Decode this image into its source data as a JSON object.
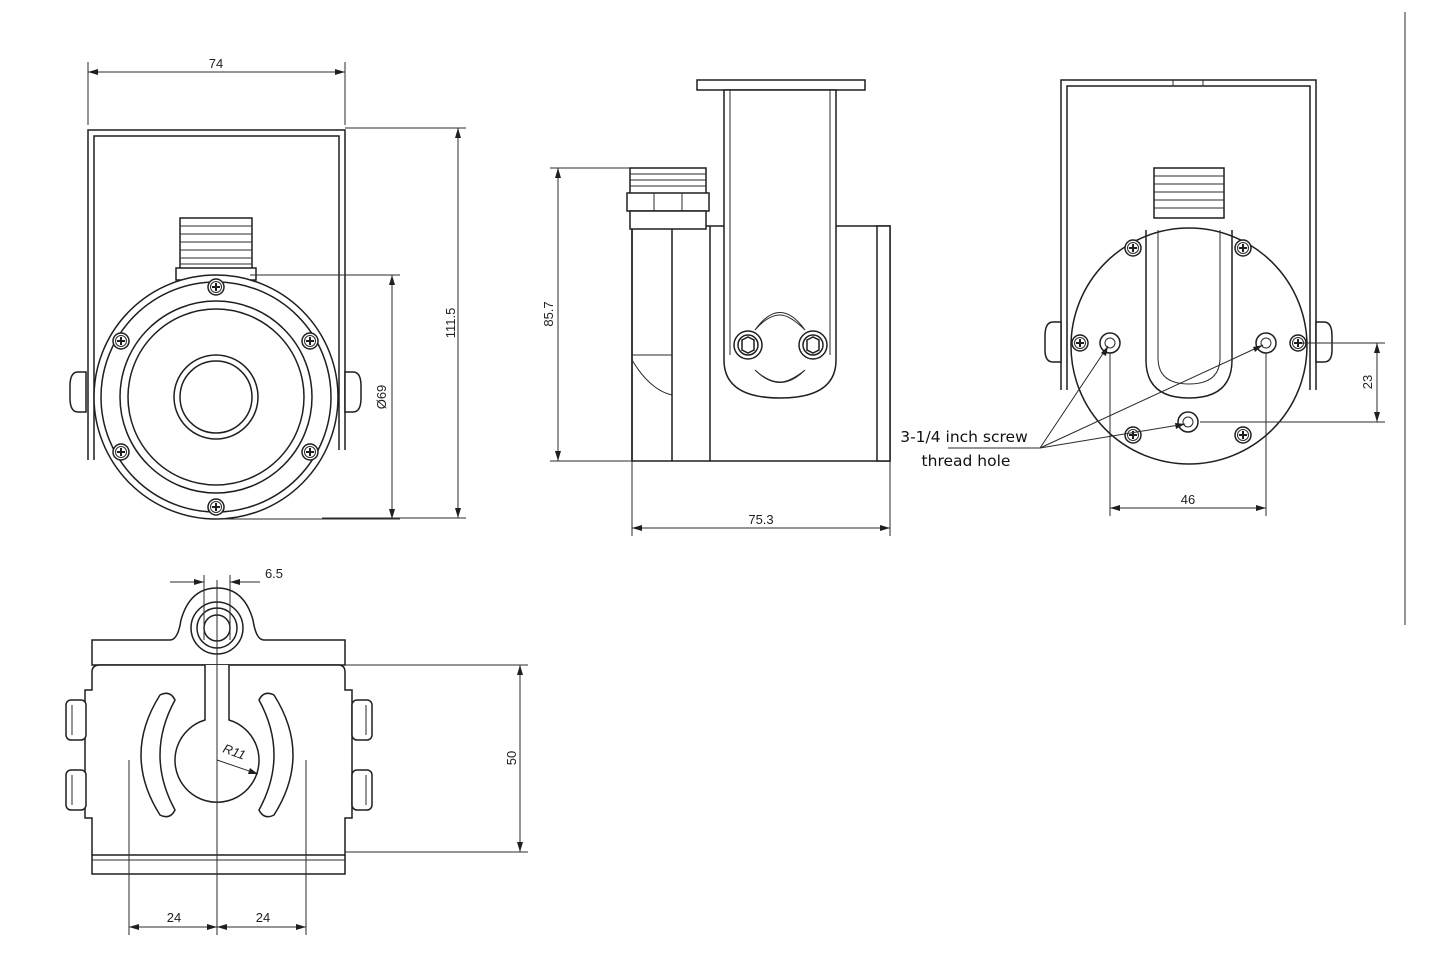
{
  "dimensions": {
    "front_width": "74",
    "front_height": "111.5",
    "front_diameter": "Ø69",
    "side_height": "85.7",
    "side_width": "75.3",
    "back_hole_spacing": "46",
    "back_vertical": "23",
    "top_offset": "6.5",
    "top_radius": "R11",
    "top_height": "50",
    "top_left_half": "24",
    "top_right_half": "24"
  },
  "annotation": {
    "line1": "3-1/4 inch screw",
    "line2": "thread hole"
  }
}
